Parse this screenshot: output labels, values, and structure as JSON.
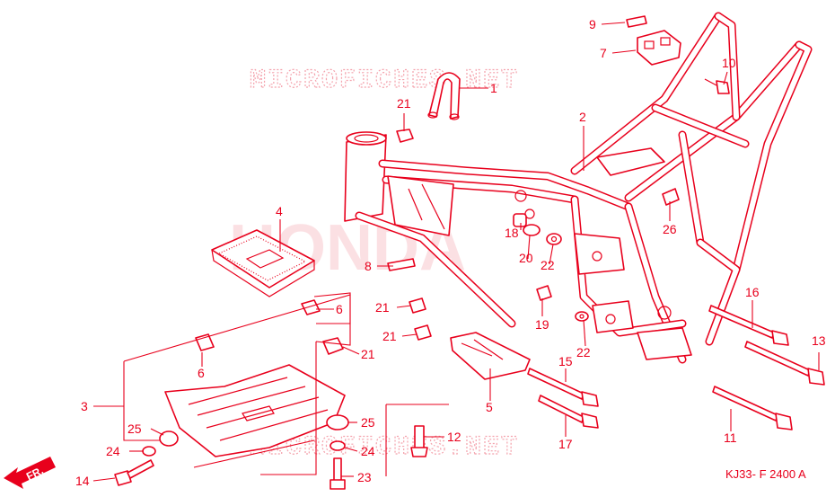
{
  "watermarks": {
    "top": "MICROFICHES.NET",
    "bottom": "MICROFICHES.NET",
    "brand": "HONDA"
  },
  "diagram_code": "KJ33- F 2400 A",
  "direction_arrow": "FR.",
  "callouts": {
    "c1": "1",
    "c2": "2",
    "c3": "3",
    "c4": "4",
    "c5": "5",
    "c6a": "6",
    "c6b": "6",
    "c7": "7",
    "c8": "8",
    "c9": "9",
    "c10": "10",
    "c11": "11",
    "c12": "12",
    "c13": "13",
    "c14": "14",
    "c15": "15",
    "c16": "16",
    "c17": "17",
    "c18": "18",
    "c19": "19",
    "c20": "20",
    "c21a": "21",
    "c21b": "21",
    "c21c": "21",
    "c21d": "21",
    "c22a": "22",
    "c22b": "22",
    "c23": "23",
    "c24a": "24",
    "c24b": "24",
    "c25a": "25",
    "c25b": "25",
    "c26": "26"
  },
  "colors": {
    "ink": "#e8001c",
    "watermark": "#f4a3ad",
    "background": "#ffffff"
  }
}
